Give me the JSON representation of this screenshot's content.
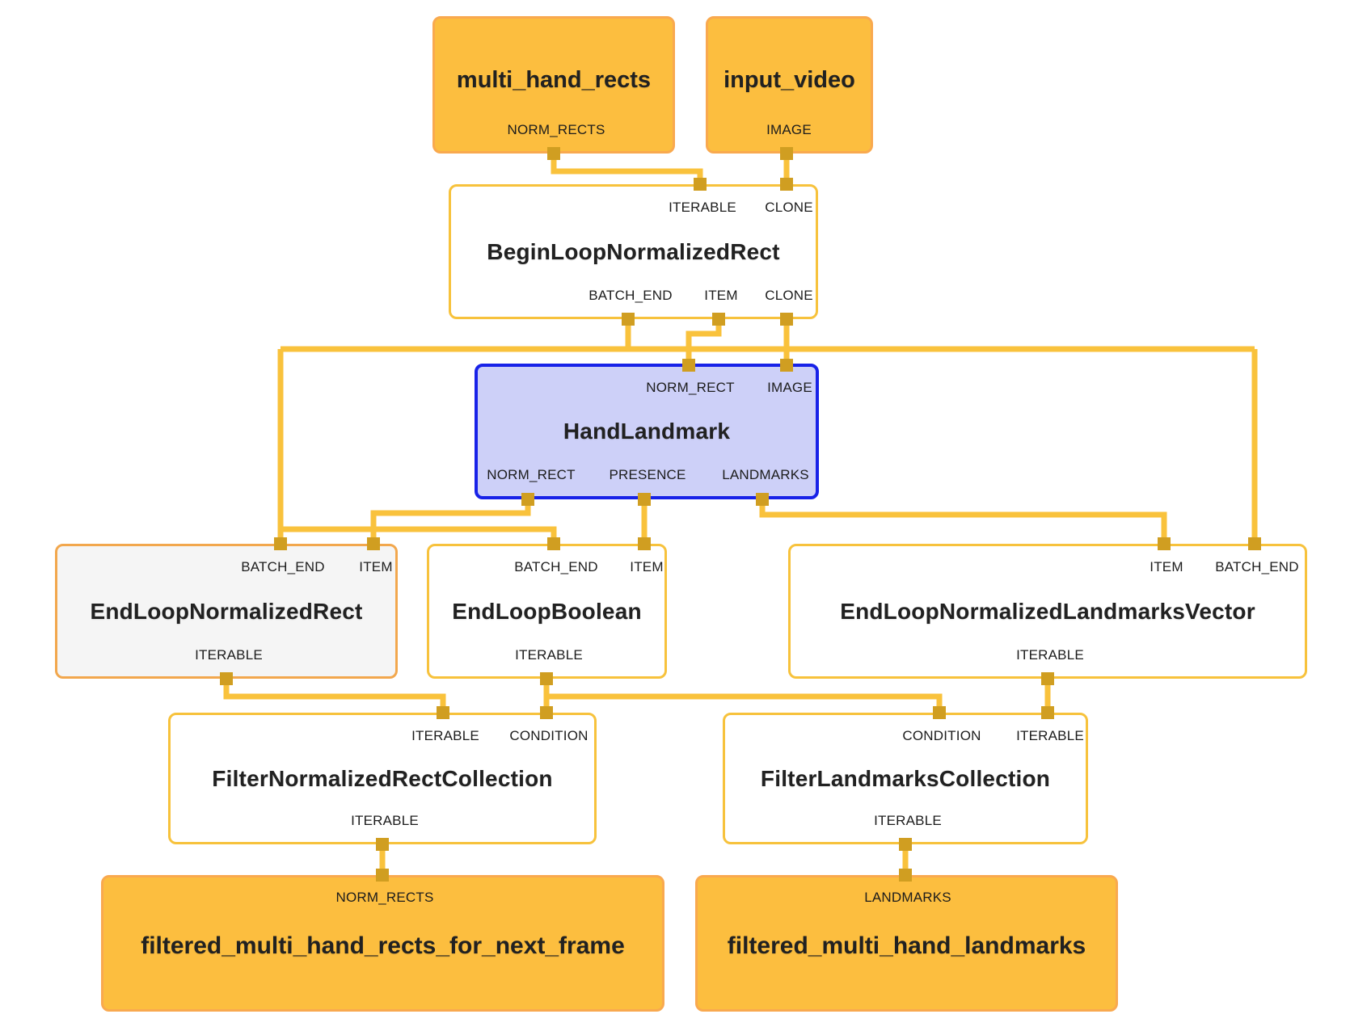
{
  "palette": {
    "background": "#FFFFFF",
    "wire": "#F9C23C",
    "port": "#D09E21",
    "orange_fill": "#FCBE3F",
    "orange_border": "#F9A94F",
    "yellow_border": "#F7C23C",
    "gray_fill": "#F5F5F5",
    "gray_border": "#F2A74D",
    "blue_fill": "#CDD0F8",
    "blue_border": "#1822E8",
    "white_fill": "#FFFFFF",
    "text": "#212121"
  },
  "nodes": {
    "multi_hand_rects": {
      "title": "multi_hand_rects",
      "output": "NORM_RECTS"
    },
    "input_video": {
      "title": "input_video",
      "output": "IMAGE"
    },
    "begin_loop": {
      "title": "BeginLoopNormalizedRect",
      "inputs": [
        "ITERABLE",
        "CLONE"
      ],
      "outputs": [
        "BATCH_END",
        "ITEM",
        "CLONE"
      ]
    },
    "hand_landmark": {
      "title": "HandLandmark",
      "inputs": [
        "NORM_RECT",
        "IMAGE"
      ],
      "outputs": [
        "NORM_RECT",
        "PRESENCE",
        "LANDMARKS"
      ]
    },
    "end_loop_rect": {
      "title": "EndLoopNormalizedRect",
      "inputs": [
        "BATCH_END",
        "ITEM"
      ],
      "output": "ITERABLE"
    },
    "end_loop_bool": {
      "title": "EndLoopBoolean",
      "inputs": [
        "BATCH_END",
        "ITEM"
      ],
      "output": "ITERABLE"
    },
    "end_loop_landmarks": {
      "title": "EndLoopNormalizedLandmarksVector",
      "inputs": [
        "ITEM",
        "BATCH_END"
      ],
      "output": "ITERABLE"
    },
    "filter_rect": {
      "title": "FilterNormalizedRectCollection",
      "inputs": [
        "ITERABLE",
        "CONDITION"
      ],
      "output": "ITERABLE"
    },
    "filter_landmarks": {
      "title": "FilterLandmarksCollection",
      "inputs": [
        "CONDITION",
        "ITERABLE"
      ],
      "output": "ITERABLE"
    },
    "filtered_rects": {
      "title": "filtered_multi_hand_rects_for_next_frame",
      "input": "NORM_RECTS"
    },
    "filtered_landmarks": {
      "title": "filtered_multi_hand_landmarks",
      "input": "LANDMARKS"
    }
  }
}
